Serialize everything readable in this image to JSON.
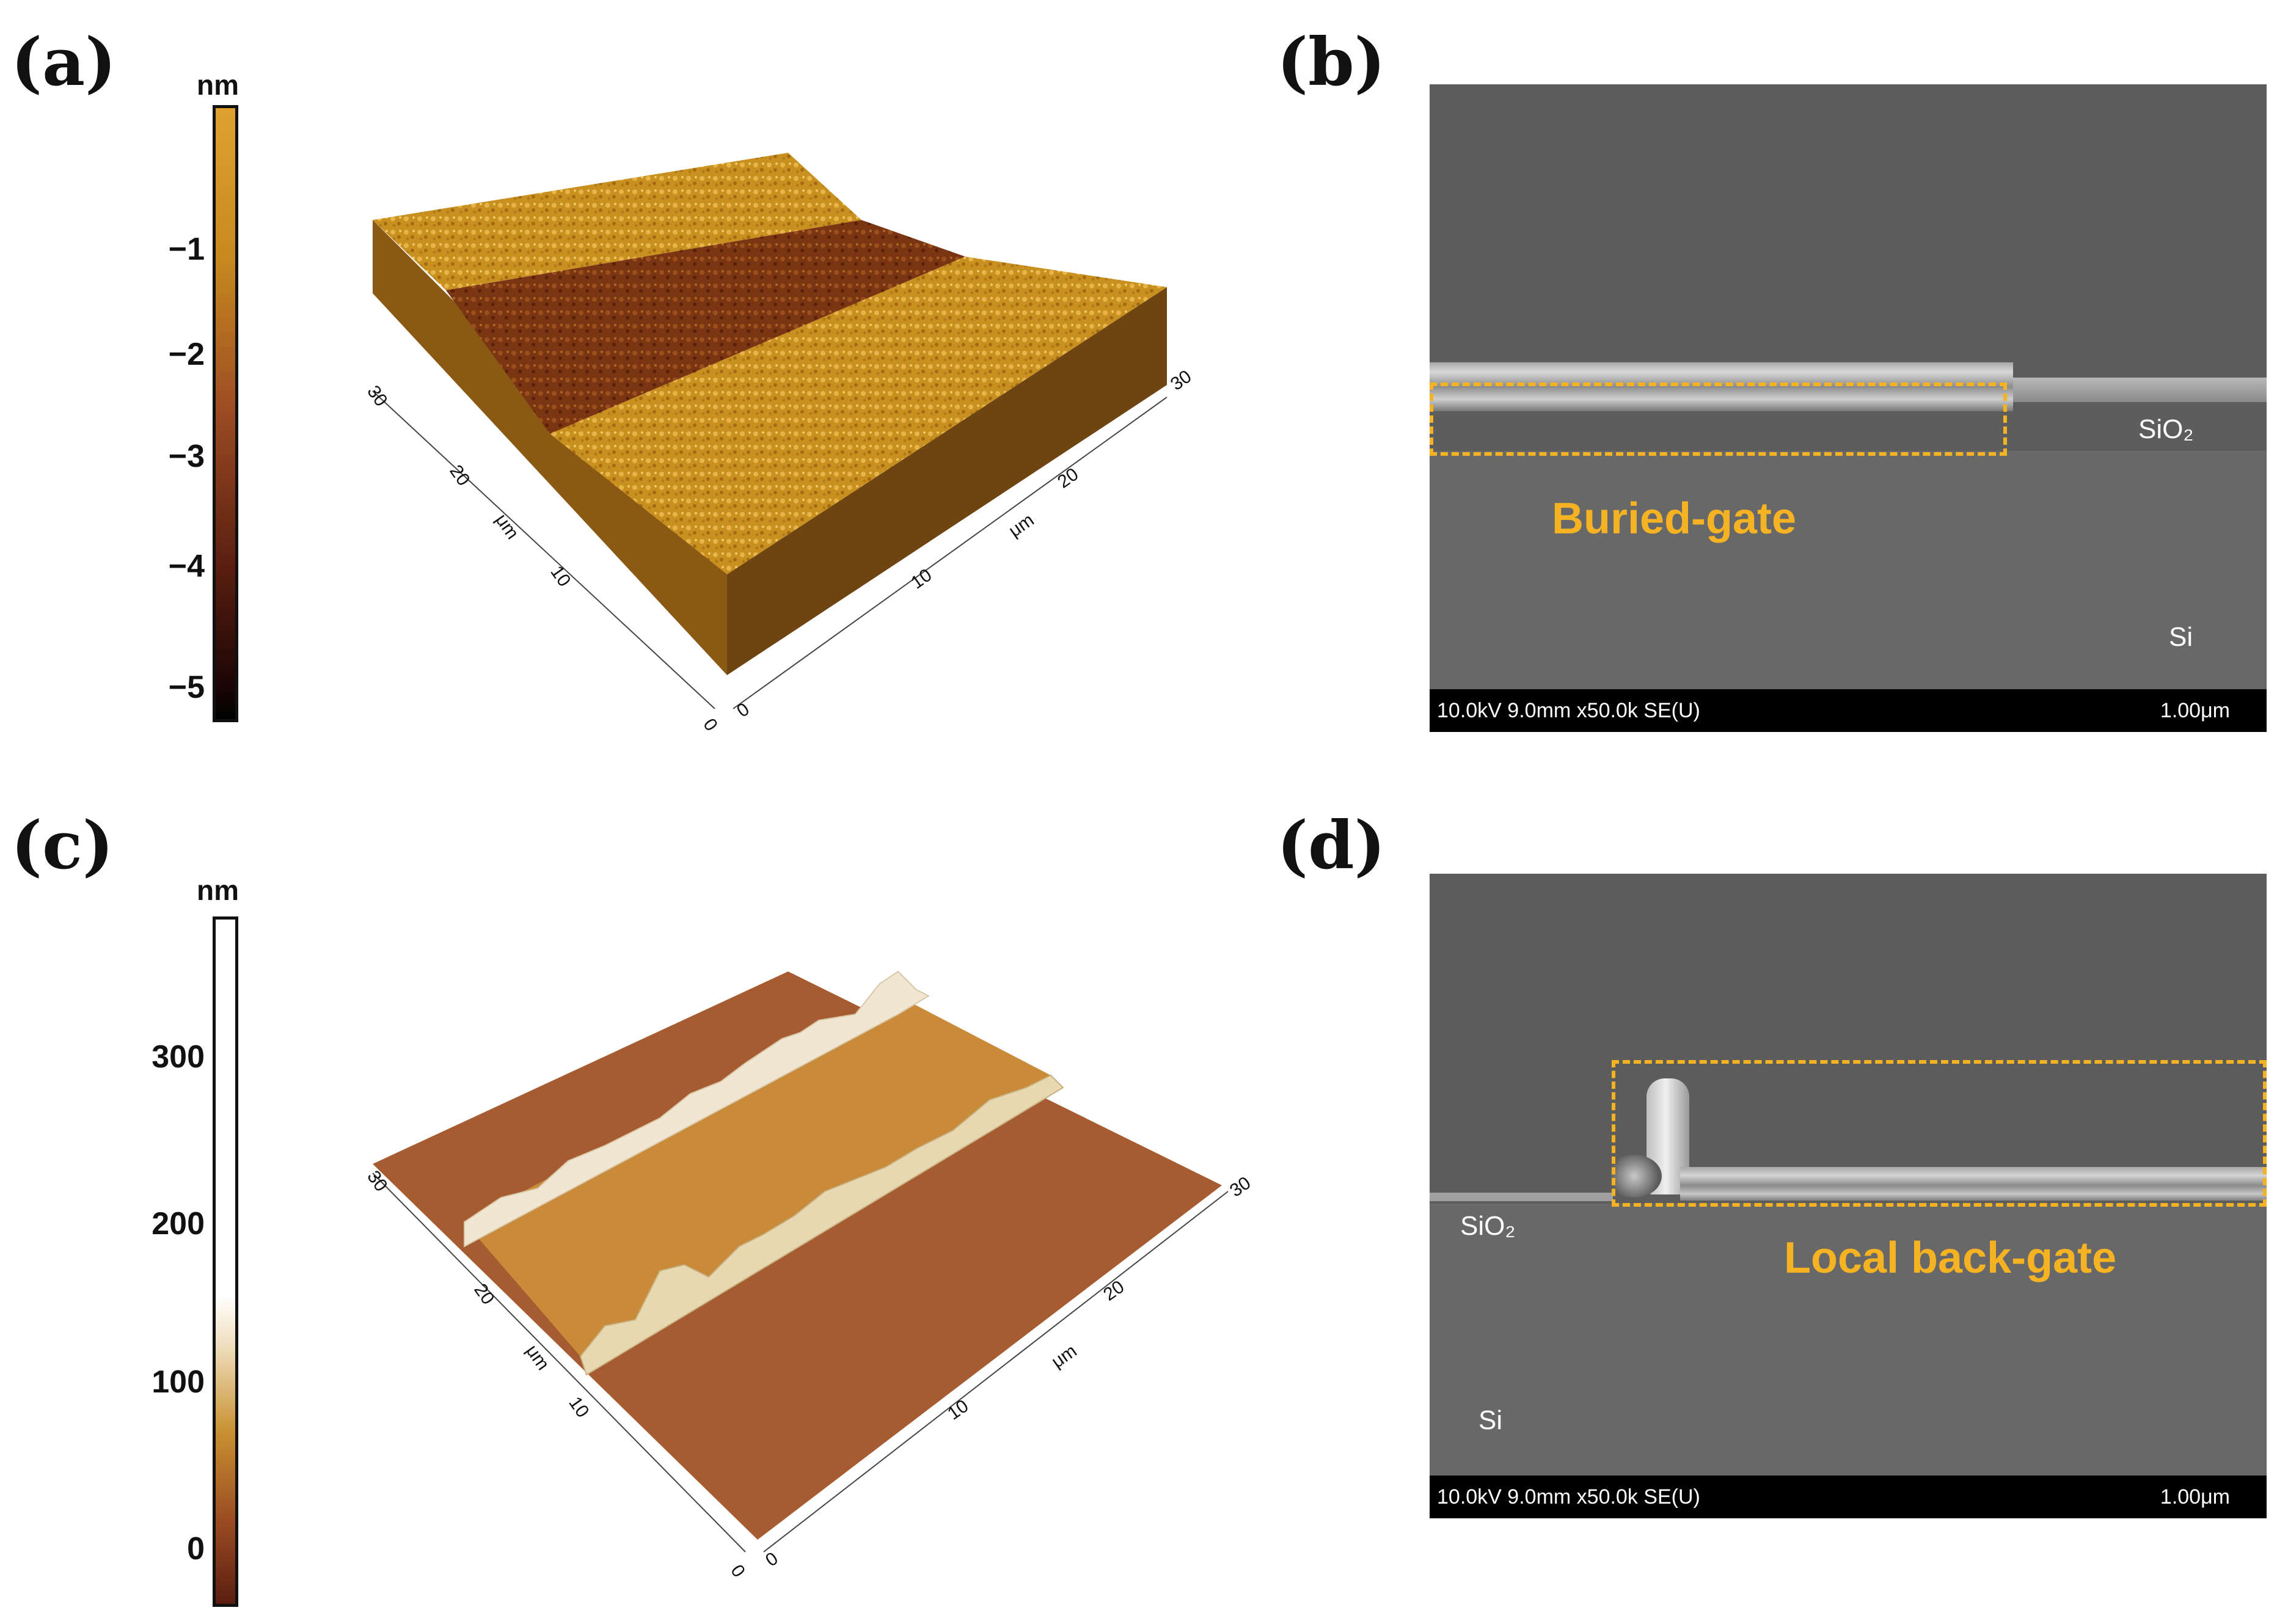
{
  "panels": {
    "a": {
      "label": "(a)",
      "colorbar": {
        "unit": "nm",
        "ticks": [
          "−1",
          "−2",
          "−3",
          "−4",
          "−5"
        ]
      },
      "axes": {
        "x_label": "μm",
        "y_label": "μm",
        "x_ticks": [
          "0",
          "10",
          "20",
          "30"
        ],
        "y_ticks": [
          "0",
          "10",
          "20",
          "30"
        ]
      }
    },
    "b": {
      "label": "(b)",
      "layer_top": "SiO₂",
      "substrate": "Si",
      "annotation": "Buried-gate",
      "info": "10.0kV 9.0mm x50.0k SE(U)",
      "scale": "1.00μm"
    },
    "c": {
      "label": "(c)",
      "colorbar": {
        "unit": "nm",
        "ticks": [
          "300",
          "200",
          "100",
          "0"
        ]
      },
      "axes": {
        "x_label": "μm",
        "y_label": "μm",
        "x_ticks": [
          "0",
          "10",
          "20",
          "30"
        ],
        "y_ticks": [
          "0",
          "10",
          "20",
          "30"
        ]
      }
    },
    "d": {
      "label": "(d)",
      "layer_top": "SiO₂",
      "substrate": "Si",
      "annotation": "Local back-gate",
      "info": "10.0kV 9.0mm x50.0k SE(U)",
      "scale": "1.00μm"
    }
  },
  "colors": {
    "annotation": "#f5b323",
    "afm_gold": "#c8901e",
    "afm_brown": "#9a4a22"
  }
}
